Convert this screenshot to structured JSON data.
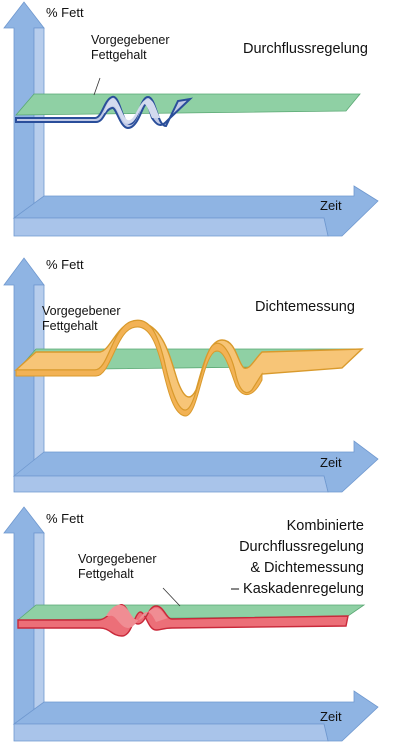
{
  "panels": [
    {
      "y_axis_label": "% Fett",
      "x_axis_label": "Zeit",
      "annotation_line1": "Vorgegebener",
      "annotation_line2": "Fettgehalt",
      "title_lines": [
        "Durchflussregelung"
      ],
      "colors": {
        "setpoint": "#8fd0a4",
        "process": "#b8c3e0",
        "process_edge": "#2a4e9a"
      }
    },
    {
      "y_axis_label": "% Fett",
      "x_axis_label": "Zeit",
      "annotation_line1": "Vorgegebener",
      "annotation_line2": "Fettgehalt",
      "title_lines": [
        "Dichtemessung"
      ],
      "colors": {
        "setpoint": "#8fd0a4",
        "process": "#f7c475",
        "process_edge": "#d99a2c"
      }
    },
    {
      "y_axis_label": "% Fett",
      "x_axis_label": "Zeit",
      "annotation_line1": "Vorgegebener",
      "annotation_line2": "Fettgehalt",
      "title_lines": [
        "Kombinierte",
        "Durchflussregelung",
        "& Dichtemessung",
        "– Kaskadenregelung"
      ],
      "colors": {
        "setpoint": "#8fd0a4",
        "process": "#ec6f78",
        "process_edge": "#c9293a"
      }
    }
  ],
  "axis_color": "#8fb4e3"
}
